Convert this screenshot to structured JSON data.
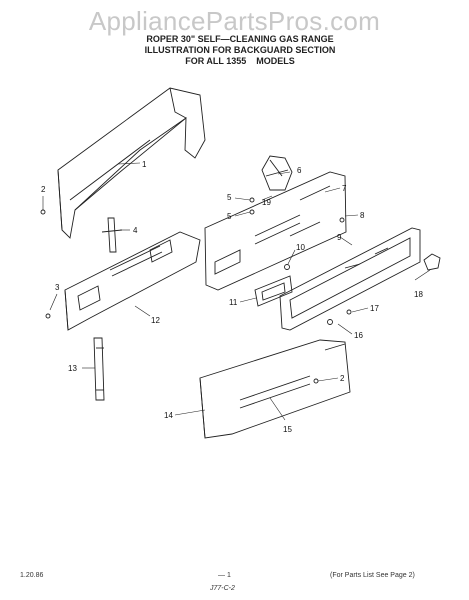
{
  "watermark": "AppliancePartsPros.com",
  "header": {
    "line1": "ROPER 30\" SELF—CLEANING GAS RANGE",
    "line2": "ILLUSTRATION FOR BACKGUARD SECTION",
    "line3": "FOR ALL 1355    MODELS"
  },
  "callouts": {
    "c1": "1",
    "c2a": "2",
    "c2b": "2",
    "c3": "3",
    "c4": "4",
    "c5a": "5",
    "c5b": "5",
    "c6": "6",
    "c7": "7",
    "c8": "8",
    "c9": "9",
    "c10": "10",
    "c11": "11",
    "c12": "12",
    "c13": "13",
    "c14": "14",
    "c15": "15",
    "c16": "16",
    "c17": "17",
    "c18": "18",
    "c19": "19"
  },
  "footer": {
    "date": "1.20.86",
    "page": "— 1",
    "note": "(For Parts List See Page 2)",
    "code": "J77-C-2"
  }
}
